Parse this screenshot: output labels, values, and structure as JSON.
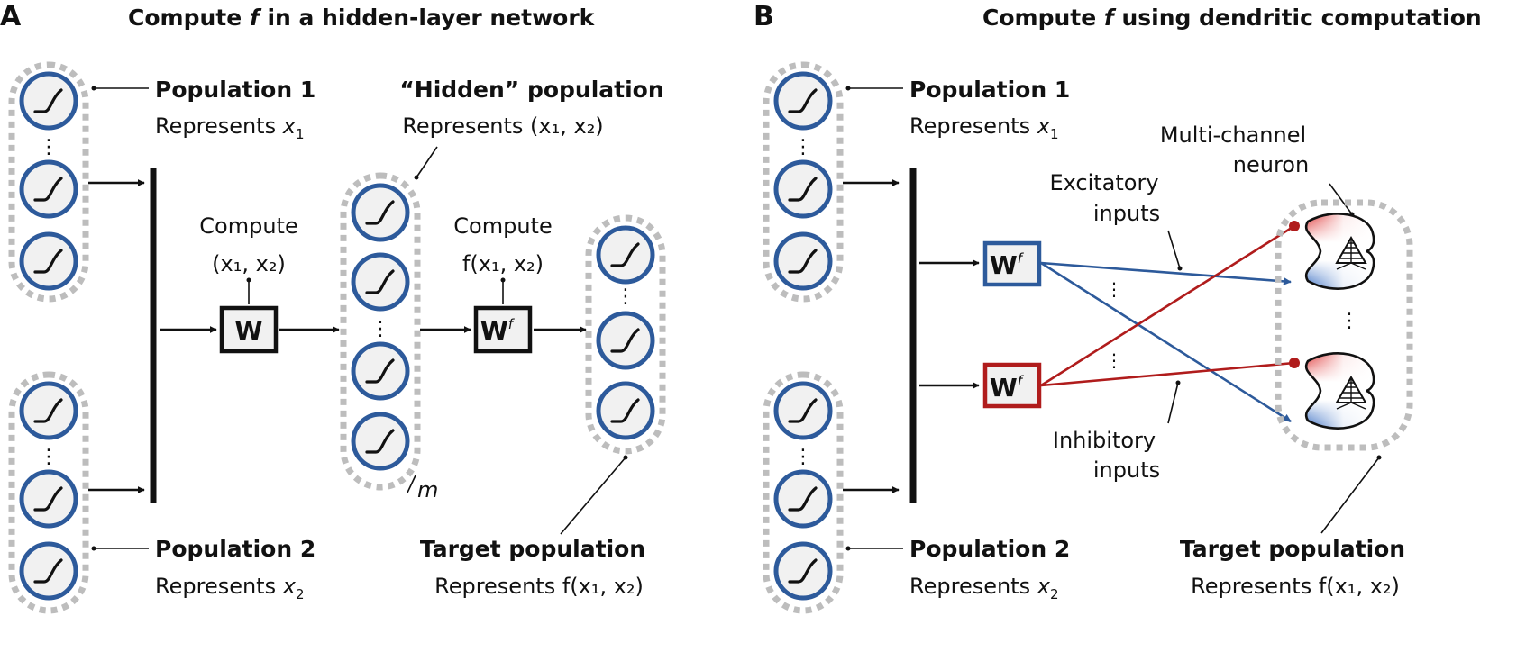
{
  "panel_a": {
    "letter": "A",
    "title": {
      "pre": "Compute ",
      "f": "f",
      "post": " in a hidden-layer network"
    },
    "pop1": {
      "label": "Population 1",
      "rep_pre": "Represents ",
      "var": "x",
      "sub": "1"
    },
    "pop2": {
      "label": "Population 2",
      "rep_pre": "Represents ",
      "var": "x",
      "sub": "2"
    },
    "hidden": {
      "label": "“Hidden” population",
      "rep": "Represents (x₁, x₂)",
      "count": "m"
    },
    "compute1": {
      "word": "Compute",
      "expr": "(x₁, x₂)",
      "box": "W"
    },
    "compute2": {
      "word": "Compute",
      "expr": "f(x₁, x₂)",
      "box": "W",
      "box_sup": "f"
    },
    "target": {
      "label": "Target population",
      "rep": "Represents f(x₁, x₂)"
    }
  },
  "panel_b": {
    "letter": "B",
    "title": {
      "pre": "Compute ",
      "f": "f",
      "post": " using dendritic computation"
    },
    "pop1": {
      "label": "Population 1",
      "rep_pre": "Represents ",
      "var": "x",
      "sub": "1"
    },
    "pop2": {
      "label": "Population 2",
      "rep_pre": "Represents ",
      "var": "x",
      "sub": "2"
    },
    "excitatory": {
      "line1": "Excitatory",
      "line2": "inputs"
    },
    "inhibitory": {
      "line1": "Inhibitory",
      "line2": "inputs"
    },
    "neuron": {
      "line1": "Multi-channel",
      "line2": "neuron"
    },
    "box_exc": {
      "text": "W",
      "sup": "f"
    },
    "box_inh": {
      "text": "W",
      "sup": "f"
    },
    "target": {
      "label": "Target population",
      "rep": "Represents f(x₁, x₂)"
    }
  },
  "colors": {
    "excitatory": "#2d5a9b",
    "inhibitory": "#b01c1c",
    "neuron_ring": "#2d5a9b",
    "population_outline": "#bdbdbd"
  },
  "icons": [
    "sigmoid-neuron-icon",
    "multi-channel-neuron-icon",
    "arrow-icon"
  ]
}
